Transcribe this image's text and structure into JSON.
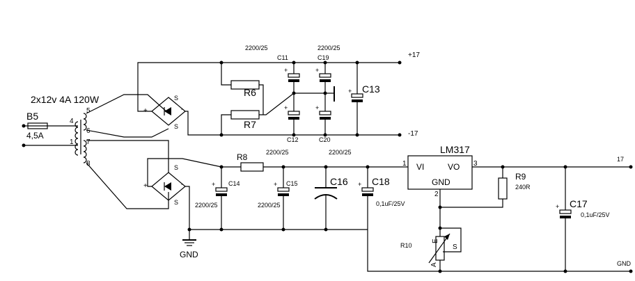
{
  "transformer": {
    "rating": "2x12v 4A 120W",
    "pins": [
      "4",
      "5",
      "6",
      "1",
      "7",
      "8"
    ]
  },
  "fuse": {
    "name": "B5",
    "rating": "4,5A"
  },
  "bridge_upper": {
    "plus": "+",
    "minus": "-",
    "ac1": "S",
    "ac2": "S"
  },
  "bridge_lower": {
    "plus": "+",
    "minus": "-",
    "ac1": "S",
    "ac2": "S"
  },
  "rails": {
    "pos": "+17",
    "neg": "-17",
    "out": "17",
    "gnd": "GND",
    "ground_symbol": "GND"
  },
  "upper": {
    "c11": {
      "name": "C11",
      "value": "2200/25"
    },
    "c19": {
      "name": "C19",
      "value": "2200/25"
    },
    "c12": {
      "name": "C12"
    },
    "c20": {
      "name": "C20"
    },
    "c13": {
      "name": "C13"
    },
    "r6": "R6",
    "r7": "R7",
    "plus": "+"
  },
  "lower": {
    "r8": "R8",
    "c14": {
      "name": "C14",
      "value": "2200/25"
    },
    "c15": {
      "name": "C15",
      "value": "2200/25",
      "top_value": "2200/25"
    },
    "c16": {
      "name": "C16",
      "top_value": "2200/25"
    },
    "c18": {
      "name": "C18",
      "value": "0,1uF/25V"
    },
    "plus": "+"
  },
  "regulator": {
    "name": "LM317",
    "vi": "VI",
    "vo": "VO",
    "gnd": "GND",
    "pin1": "1",
    "pin2": "2",
    "pin3": "3"
  },
  "r9": {
    "name": "R9",
    "value": "240R"
  },
  "c17": {
    "name": "C17",
    "value": "0,1uF/25V",
    "plus": "+"
  },
  "r10": {
    "name": "R10",
    "a": "A",
    "e": "E",
    "s": "S"
  }
}
